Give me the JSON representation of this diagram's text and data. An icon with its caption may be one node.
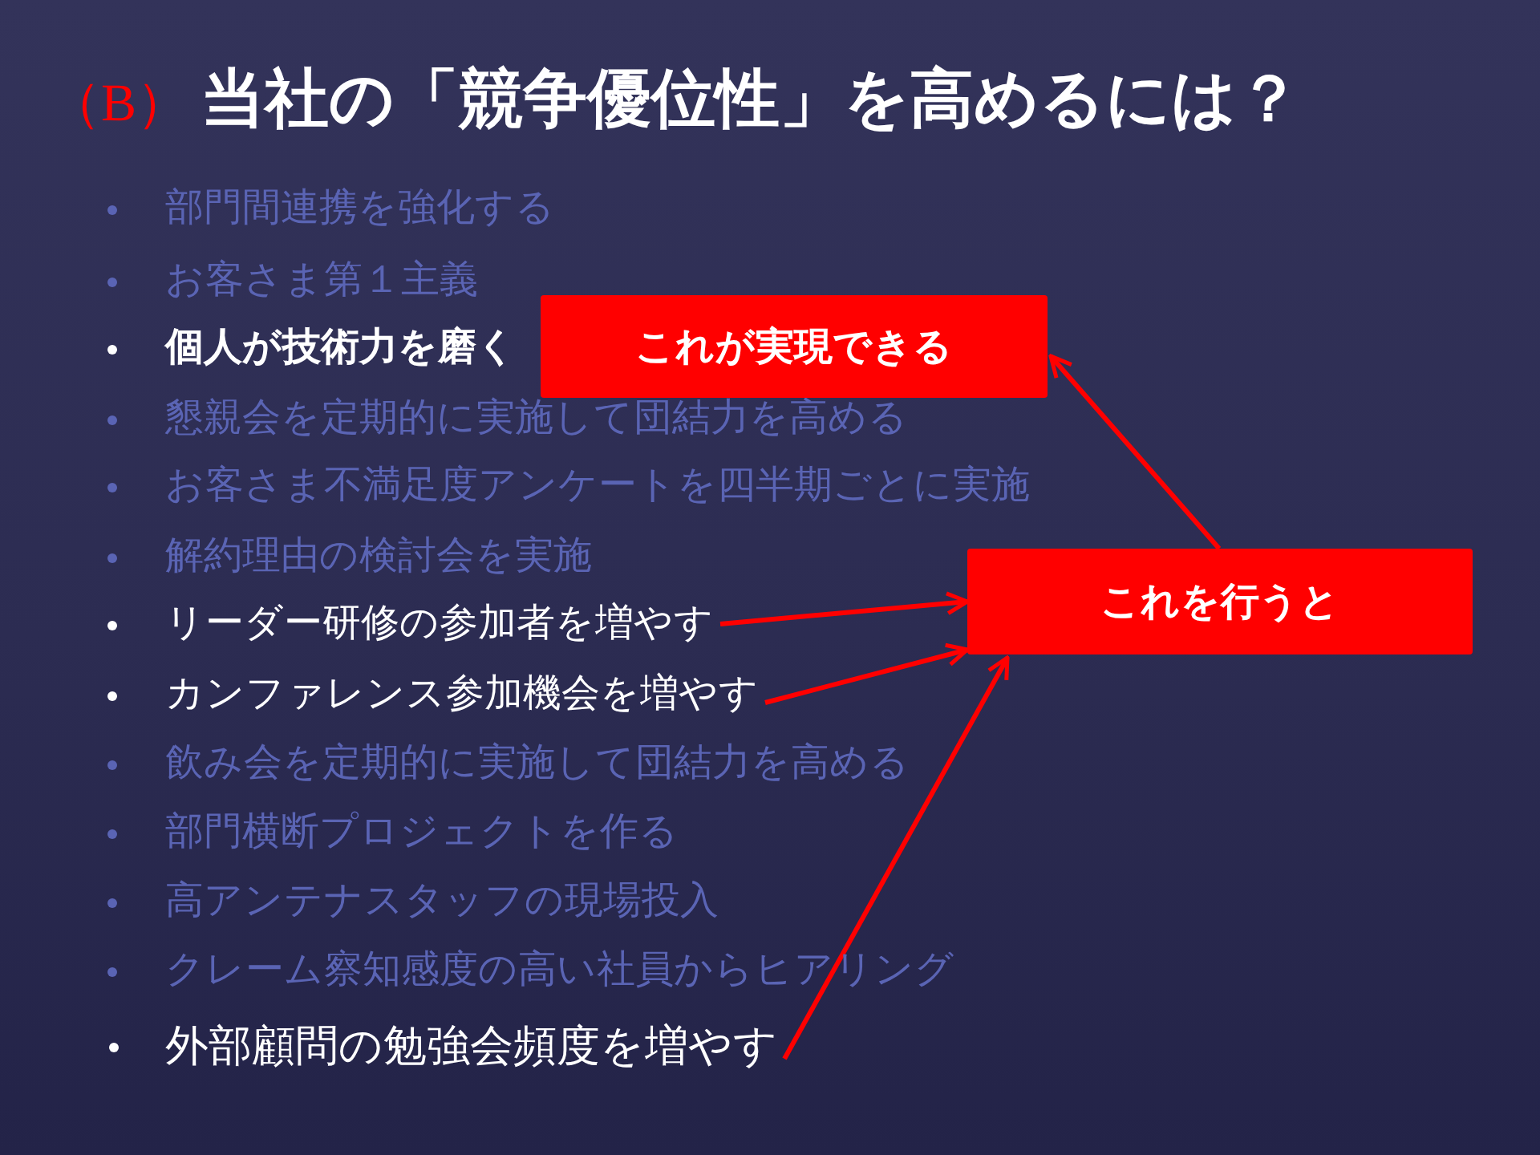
{
  "diagram": {
    "title": "当社の「競争優位性」を高めるには？",
    "nodes": [
      {
        "text": [
          "これが実現できる"
        ]
      },
      {
        "text": [
          "これを行うと"
        ]
      },
      {
        "text": [
          "リーダー研修の参加者を増やす"
        ]
      },
      {
        "text": [
          "カンファレンス参加機会を増やす"
        ]
      },
      {
        "text": [
          "外部顧問の勉強会頻度を増やす"
        ]
      }
    ],
    "edges": [
      {
        "from": 1,
        "to": 0,
        "arrow": "to"
      },
      {
        "from": 2,
        "to": 1,
        "arrow": "to"
      },
      {
        "from": 3,
        "to": 1,
        "arrow": "to"
      },
      {
        "from": 4,
        "to": 1,
        "arrow": "to"
      }
    ],
    "labels": [
      "（B）",
      "部門間連携を強化する",
      "お客さま第１主義",
      "個人が技術力を磨く",
      "懇親会を定期的に実施して団結力を高める",
      "お客さま不満足度アンケートを四半期ごとに実施",
      "解約理由の検討会を実施",
      "飲み会を定期的に実施して団結力を高める",
      "部門横断プロジェクトを作る",
      "高アンテナスタッフの現場投入",
      "クレーム察知感度の高い社員からヒアリング"
    ]
  }
}
